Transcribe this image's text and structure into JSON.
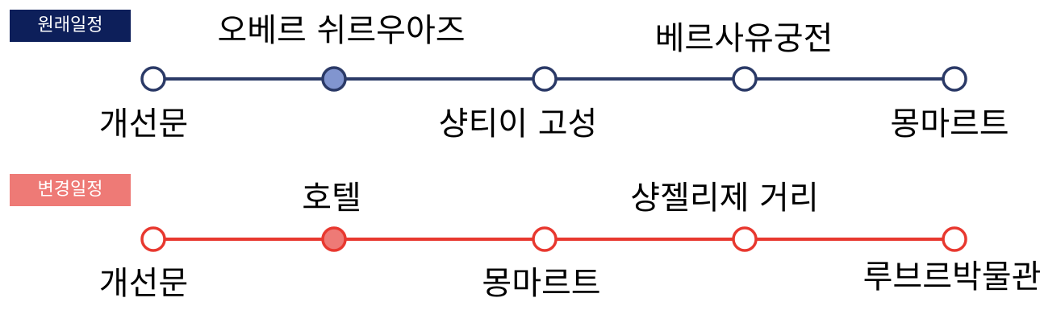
{
  "original": {
    "badge": "원래일정",
    "line_color": "#2b3a67",
    "node_fill": "#ffffff",
    "node_highlight_fill": "#8195cf",
    "stops": [
      {
        "label": "개선문",
        "highlight": false
      },
      {
        "label": "오베르 쉬르우아즈",
        "highlight": true
      },
      {
        "label": "샹티이 고성",
        "highlight": false
      },
      {
        "label": "베르사유궁전",
        "highlight": false
      },
      {
        "label": "몽마르트",
        "highlight": false
      }
    ]
  },
  "changed": {
    "badge": "변경일정",
    "line_color": "#e8382f",
    "node_fill": "#ffffff",
    "node_highlight_fill": "#ee7a76",
    "stops": [
      {
        "label": "개선문",
        "highlight": false
      },
      {
        "label": "호텔",
        "highlight": true
      },
      {
        "label": "몽마르트",
        "highlight": false
      },
      {
        "label": "샹젤리제 거리",
        "highlight": false
      },
      {
        "label": "루브르박물관",
        "highlight": false
      }
    ]
  }
}
